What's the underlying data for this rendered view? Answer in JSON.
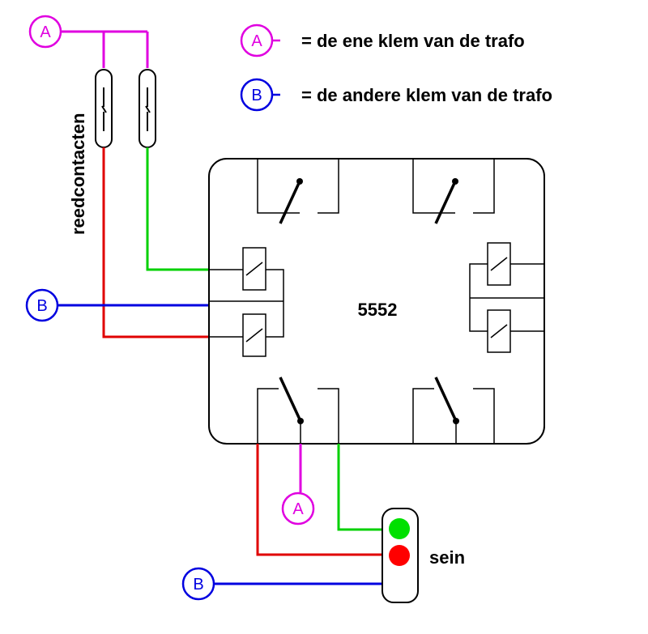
{
  "legend": {
    "a_letter": "A",
    "a_text": "= de ene klem van de trafo",
    "b_letter": "B",
    "b_text": "= de andere klem van de trafo"
  },
  "labels": {
    "reed": "reedcontacten",
    "module": "5552",
    "signal": "sein"
  },
  "terminals": {
    "a": "A",
    "b": "B"
  },
  "colors": {
    "a_wire": "#e000e0",
    "b_wire": "#0000e0",
    "red_wire": "#e00000",
    "green_wire": "#00d000",
    "lamp_green": "#00e000",
    "lamp_red": "#ff0000"
  }
}
